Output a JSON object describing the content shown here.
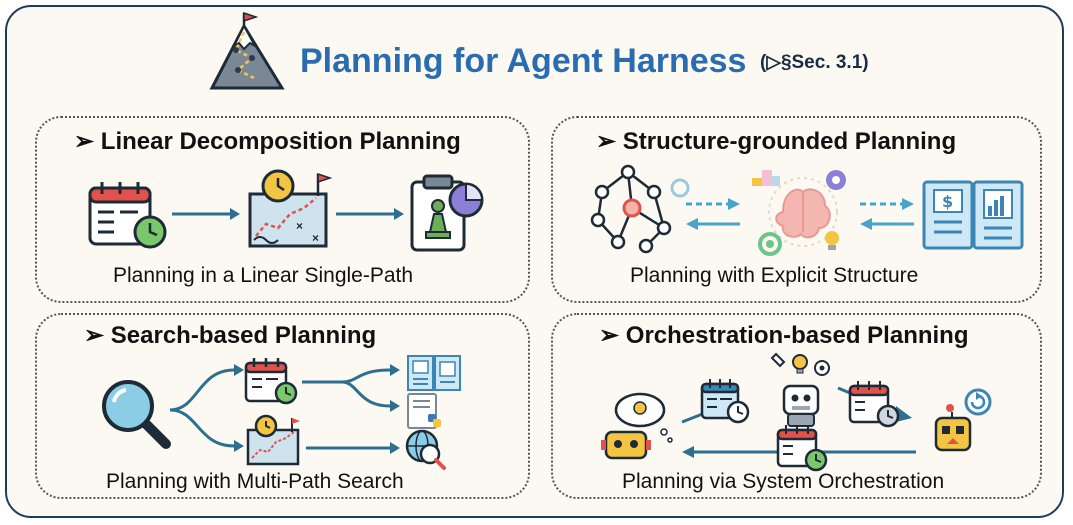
{
  "header": {
    "title": "Planning for Agent Harness",
    "ref": "(▷§Sec. 3.1)"
  },
  "panels": [
    {
      "title": "➢  Linear Decomposition Planning",
      "caption": "Planning in a Linear Single-Path"
    },
    {
      "title": "➢  Structure-grounded Planning",
      "caption": "Planning with Explicit Structure"
    },
    {
      "title": "➢  Search-based Planning",
      "caption": "Planning with Multi-Path Search"
    },
    {
      "title": "➢  Orchestration-based Planning",
      "caption": "Planning via System Orchestration"
    }
  ],
  "icons": {
    "dollar": "$"
  },
  "colors": {
    "border": "#1f3b5a",
    "title": "#2b6cb0",
    "arrow": "#2c6f8f",
    "accent": "#4aa3c8"
  }
}
